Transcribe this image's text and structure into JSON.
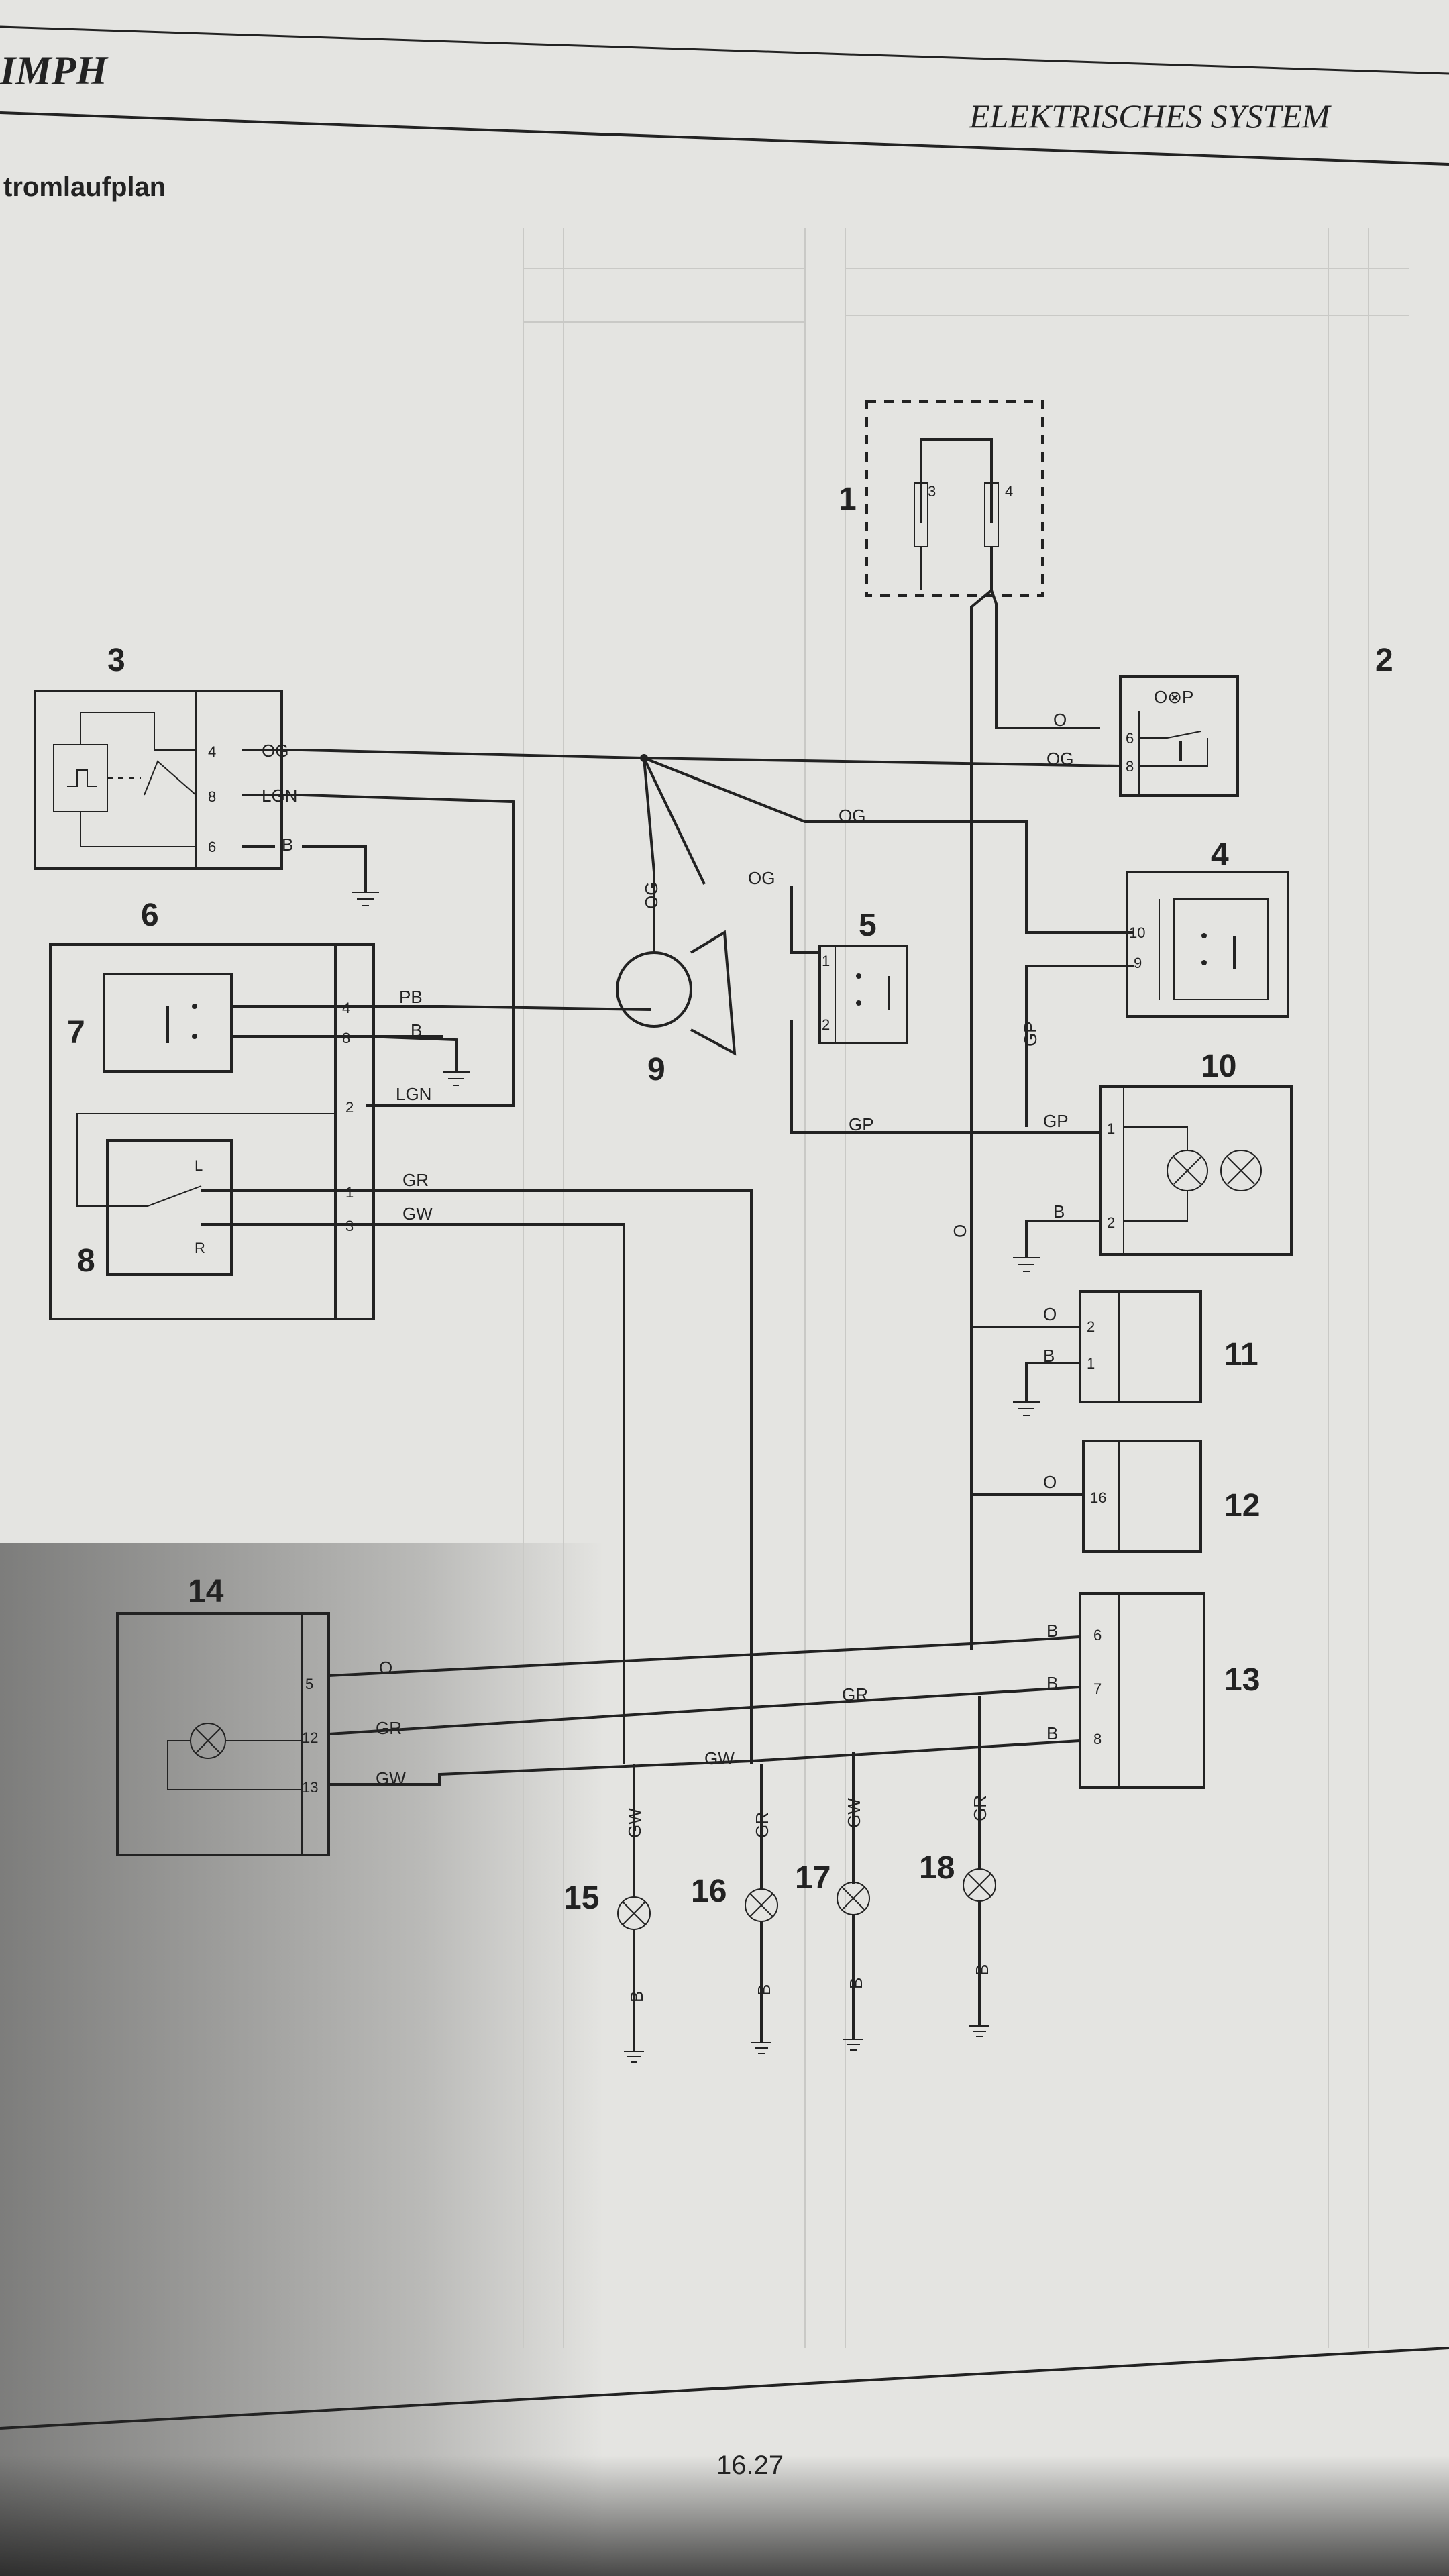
{
  "header": {
    "brand": "IMPH",
    "section_title": "ELEKTRISCHES SYSTEM",
    "subtitle": "tromlaufplan"
  },
  "page_number": "16.27",
  "components": {
    "c1": "1",
    "c2": "2",
    "c3": "3",
    "c4": "4",
    "c5": "5",
    "c6": "6",
    "c7": "7",
    "c8": "8",
    "c9": "9",
    "c10": "10",
    "c11": "11",
    "c12": "12",
    "c13": "13",
    "c14": "14",
    "c15": "15",
    "c16": "16",
    "c17": "17",
    "c18": "18"
  },
  "wire_colors": {
    "OG": "OG",
    "LGN": "LGN",
    "B": "B",
    "PB": "PB",
    "GR": "GR",
    "GW": "GW",
    "GP": "GP",
    "O": "O"
  },
  "pins": {
    "p1": "1",
    "p2": "2",
    "p3": "3",
    "p4": "4",
    "p5": "5",
    "p6": "6",
    "p7": "7",
    "p8": "8",
    "p9": "9",
    "p10": "10",
    "p12": "12",
    "p13": "13",
    "p16": "16"
  },
  "switch_marks": {
    "left": "L",
    "right": "R",
    "c2_symbol": "O⊗P"
  }
}
